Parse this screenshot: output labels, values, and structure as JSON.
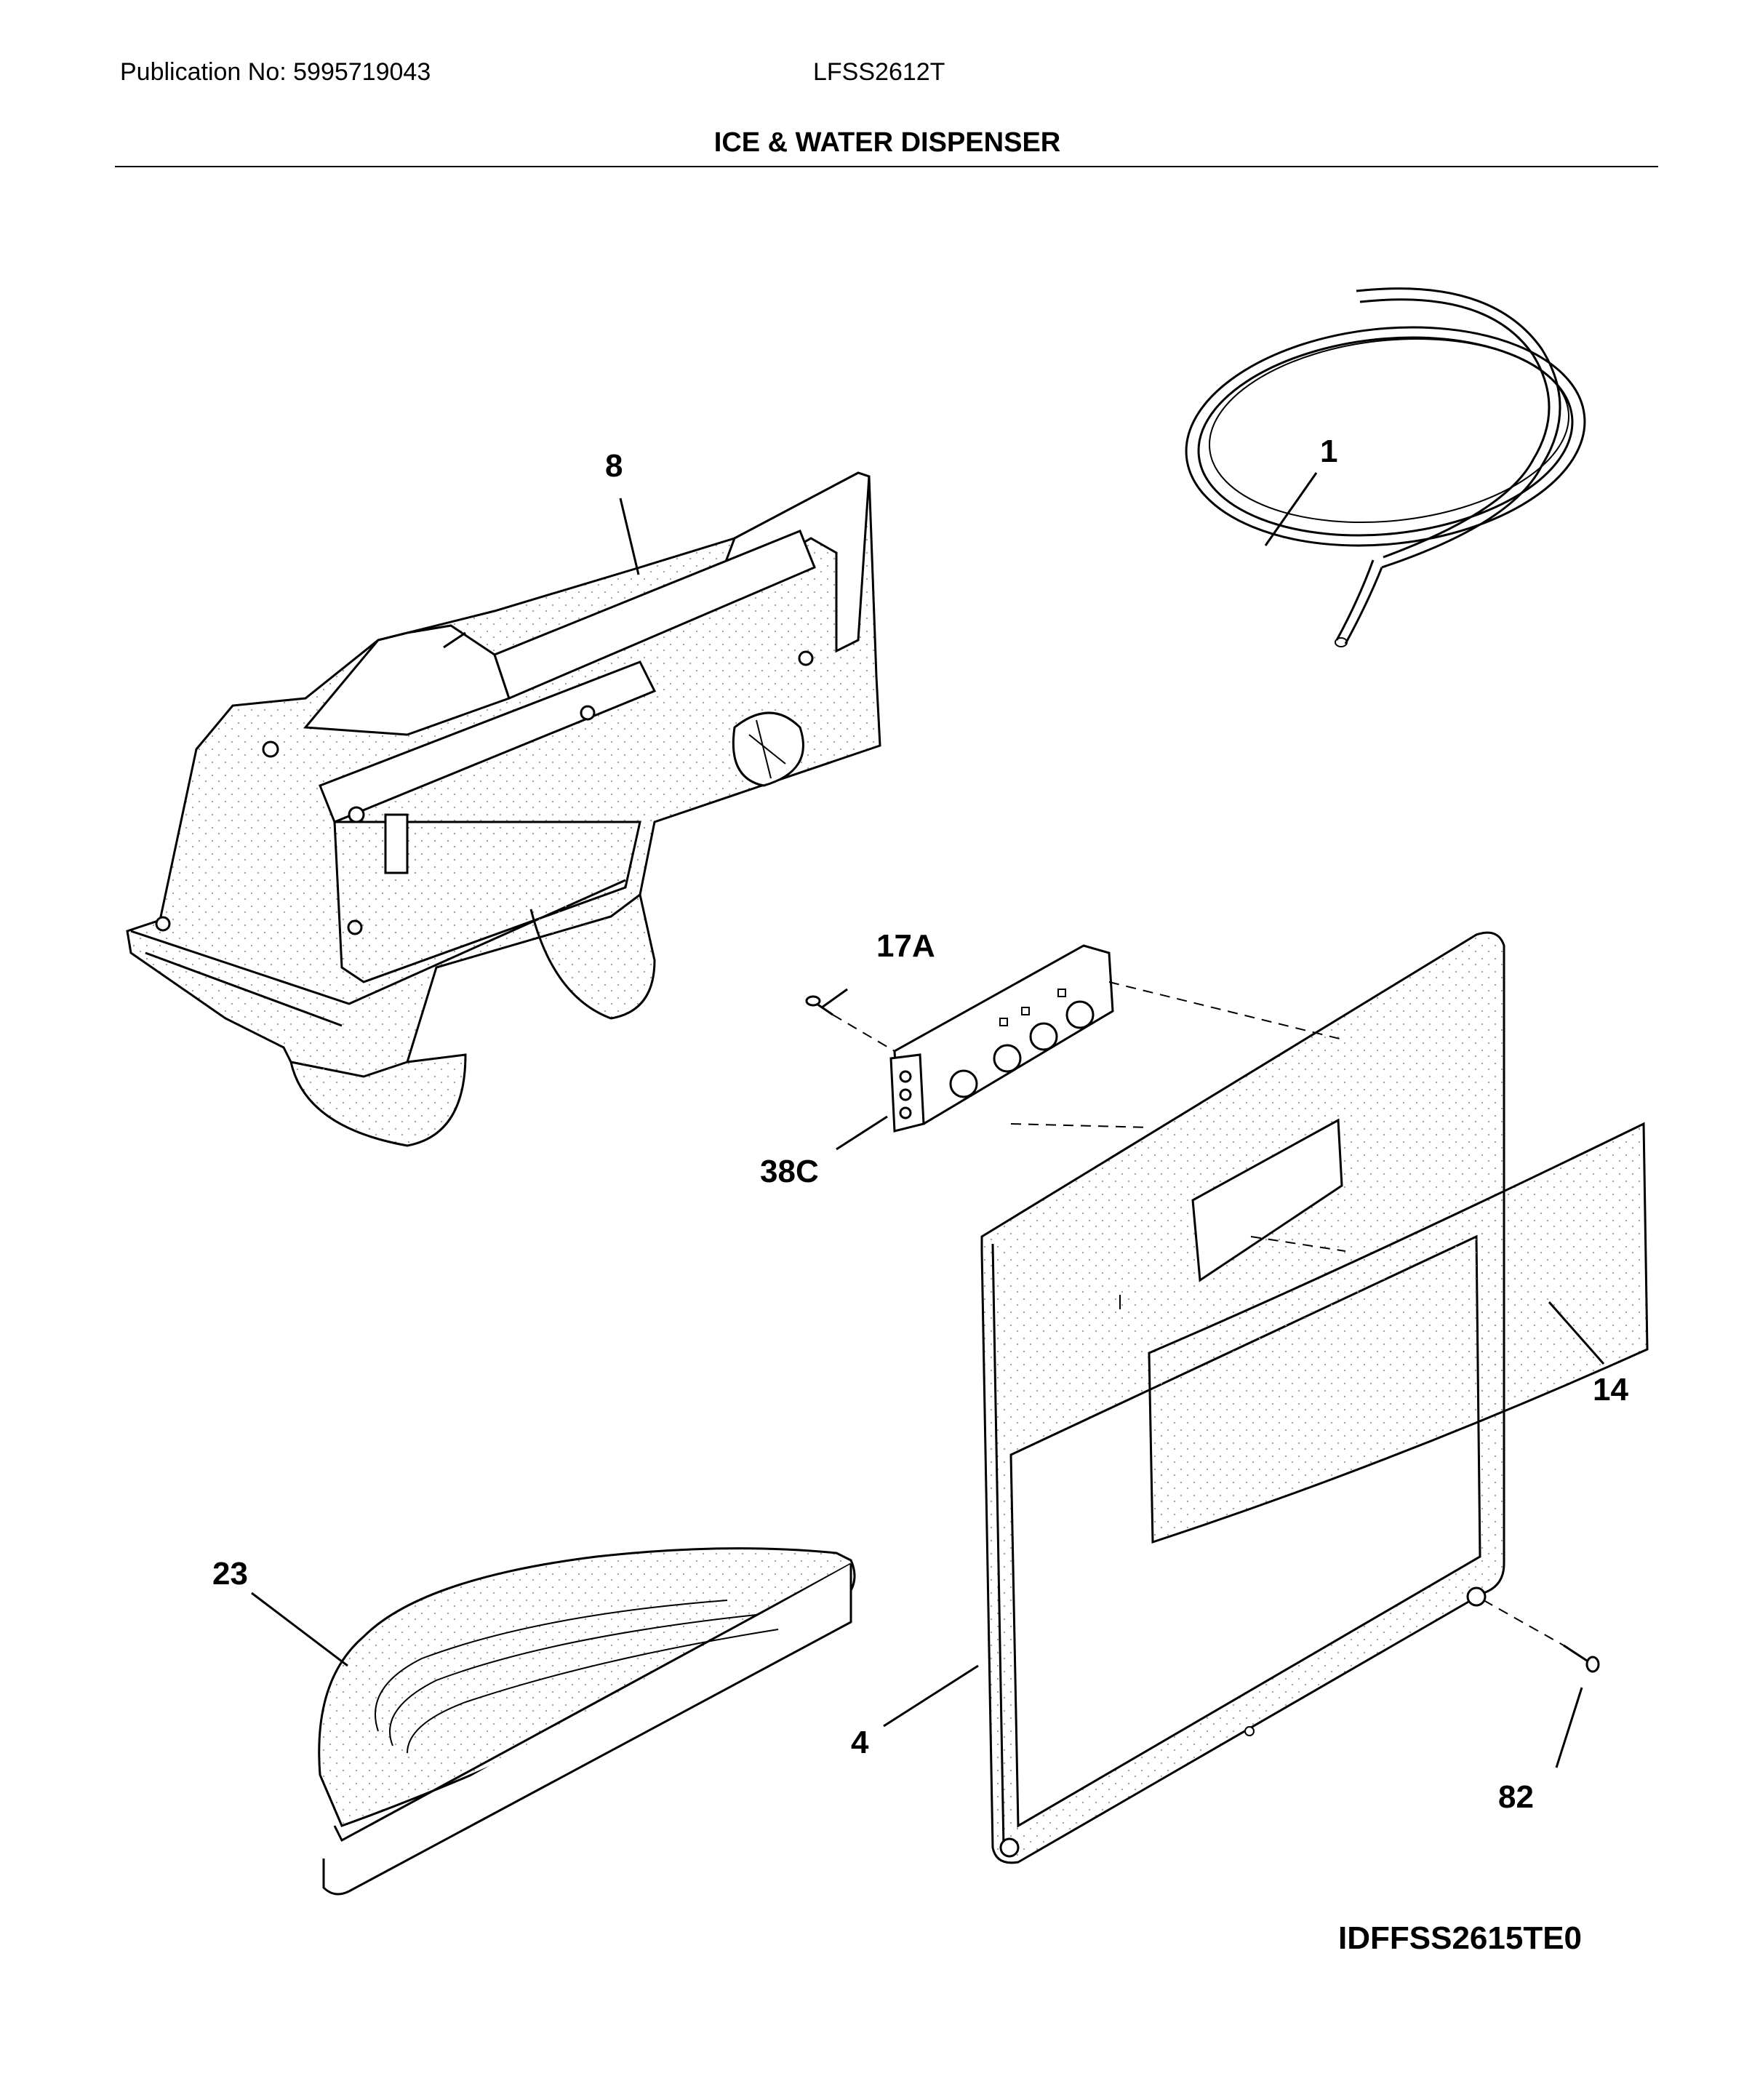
{
  "header": {
    "publication": "Publication No: 5995719043",
    "model": "LFSS2612T",
    "title": "ICE & WATER DISPENSER"
  },
  "callouts": {
    "c1": "1",
    "c8": "8",
    "c17a": "17A",
    "c38c": "38C",
    "c14": "14",
    "c23": "23",
    "c4": "4",
    "c82": "82"
  },
  "footer": {
    "diagram_code": "IDFFSS2615TE0"
  }
}
